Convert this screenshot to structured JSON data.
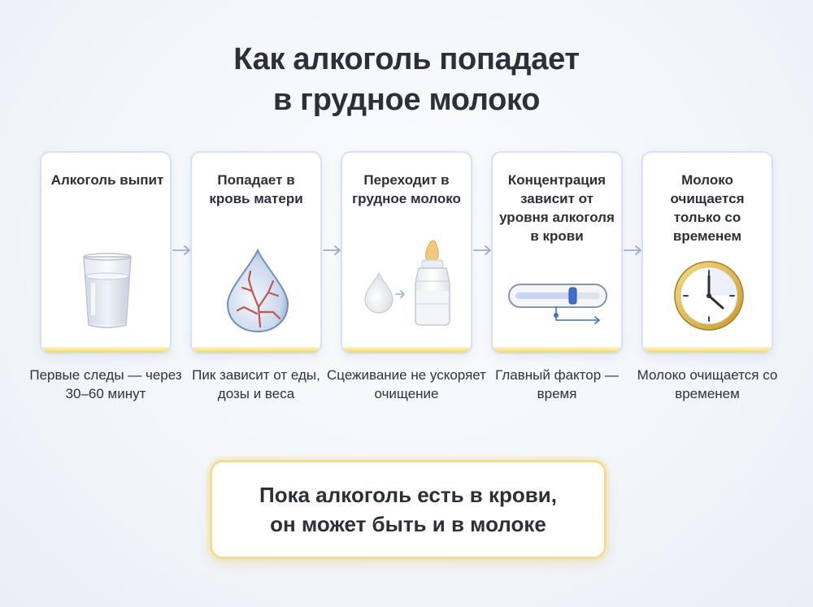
{
  "title": {
    "line1": "Как алкоголь попадает",
    "line2": "в грудное молоко"
  },
  "steps": [
    {
      "label": "Алкоголь выпит",
      "icon": "water-glass-icon",
      "note": "Первые следы — через 30–60 минут"
    },
    {
      "label": "Попадает в кровь матери",
      "icon": "blood-drop-icon",
      "note": "Пик зависит от еды, дозы и веса"
    },
    {
      "label": "Переходит в грудное молоко",
      "icon": "baby-bottle-icon",
      "note": "Сцеживание не ускоряет очищение"
    },
    {
      "label": "Концентрация зависит от уровня алкоголя в крови",
      "icon": "level-slider-icon",
      "note": "Главный фактор — время"
    },
    {
      "label": "Молоко очищается только со временем",
      "icon": "clock-icon",
      "note": "Молоко очищается со временем"
    }
  ],
  "conclusion": {
    "line1": "Пока алкоголь есть в крови,",
    "line2": "он может быть и в молоке"
  },
  "colors": {
    "card_border": "#d6e1f1",
    "accent_yellow": "#f5d66a",
    "accent_blue": "#3f6fd0",
    "arrow": "#9bb0cf"
  }
}
